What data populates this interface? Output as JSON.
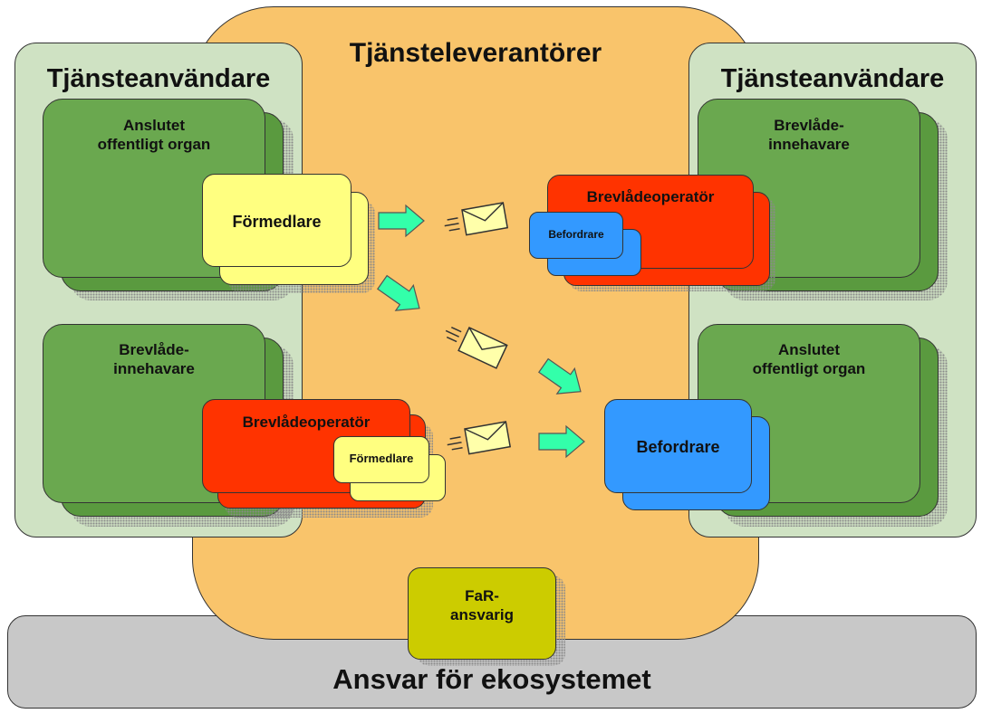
{
  "colors": {
    "provider_bg": "#f9c46b",
    "user_bg": "#cfe2c3",
    "org_green": "#6aa84f",
    "formedlare_yellow": "#ffff80",
    "operator_red": "#ff3300",
    "befordrare_blue": "#3399ff",
    "arrow_green": "#33ffaa",
    "far_yellow": "#cccc00",
    "ecosystem_gray": "#c8c8c8"
  },
  "provider": {
    "title": "Tjänsteleverantörer"
  },
  "left": {
    "title": "Tjänsteanvändare",
    "top_org": "Anslutet\noffentligt organ",
    "top_formedlare": "Förmedlare",
    "bottom_org": "Brevlåde-\ninnehavare",
    "bottom_operator": "Brevlådeoperatör",
    "bottom_formedlare": "Förmedlare"
  },
  "right": {
    "title": "Tjänsteanvändare",
    "top_org": "Brevlåde-\ninnehavare",
    "top_operator": "Brevlådeoperatör",
    "top_befordrare": "Befordrare",
    "bottom_org": "Anslutet\noffentligt organ",
    "bottom_befordrare": "Befordrare"
  },
  "far": {
    "label": "FaR-\nansvarig"
  },
  "ecosystem": {
    "label": "Ansvar för ekosystemet"
  },
  "icons": [
    "envelope-icon",
    "arrow-icon"
  ]
}
